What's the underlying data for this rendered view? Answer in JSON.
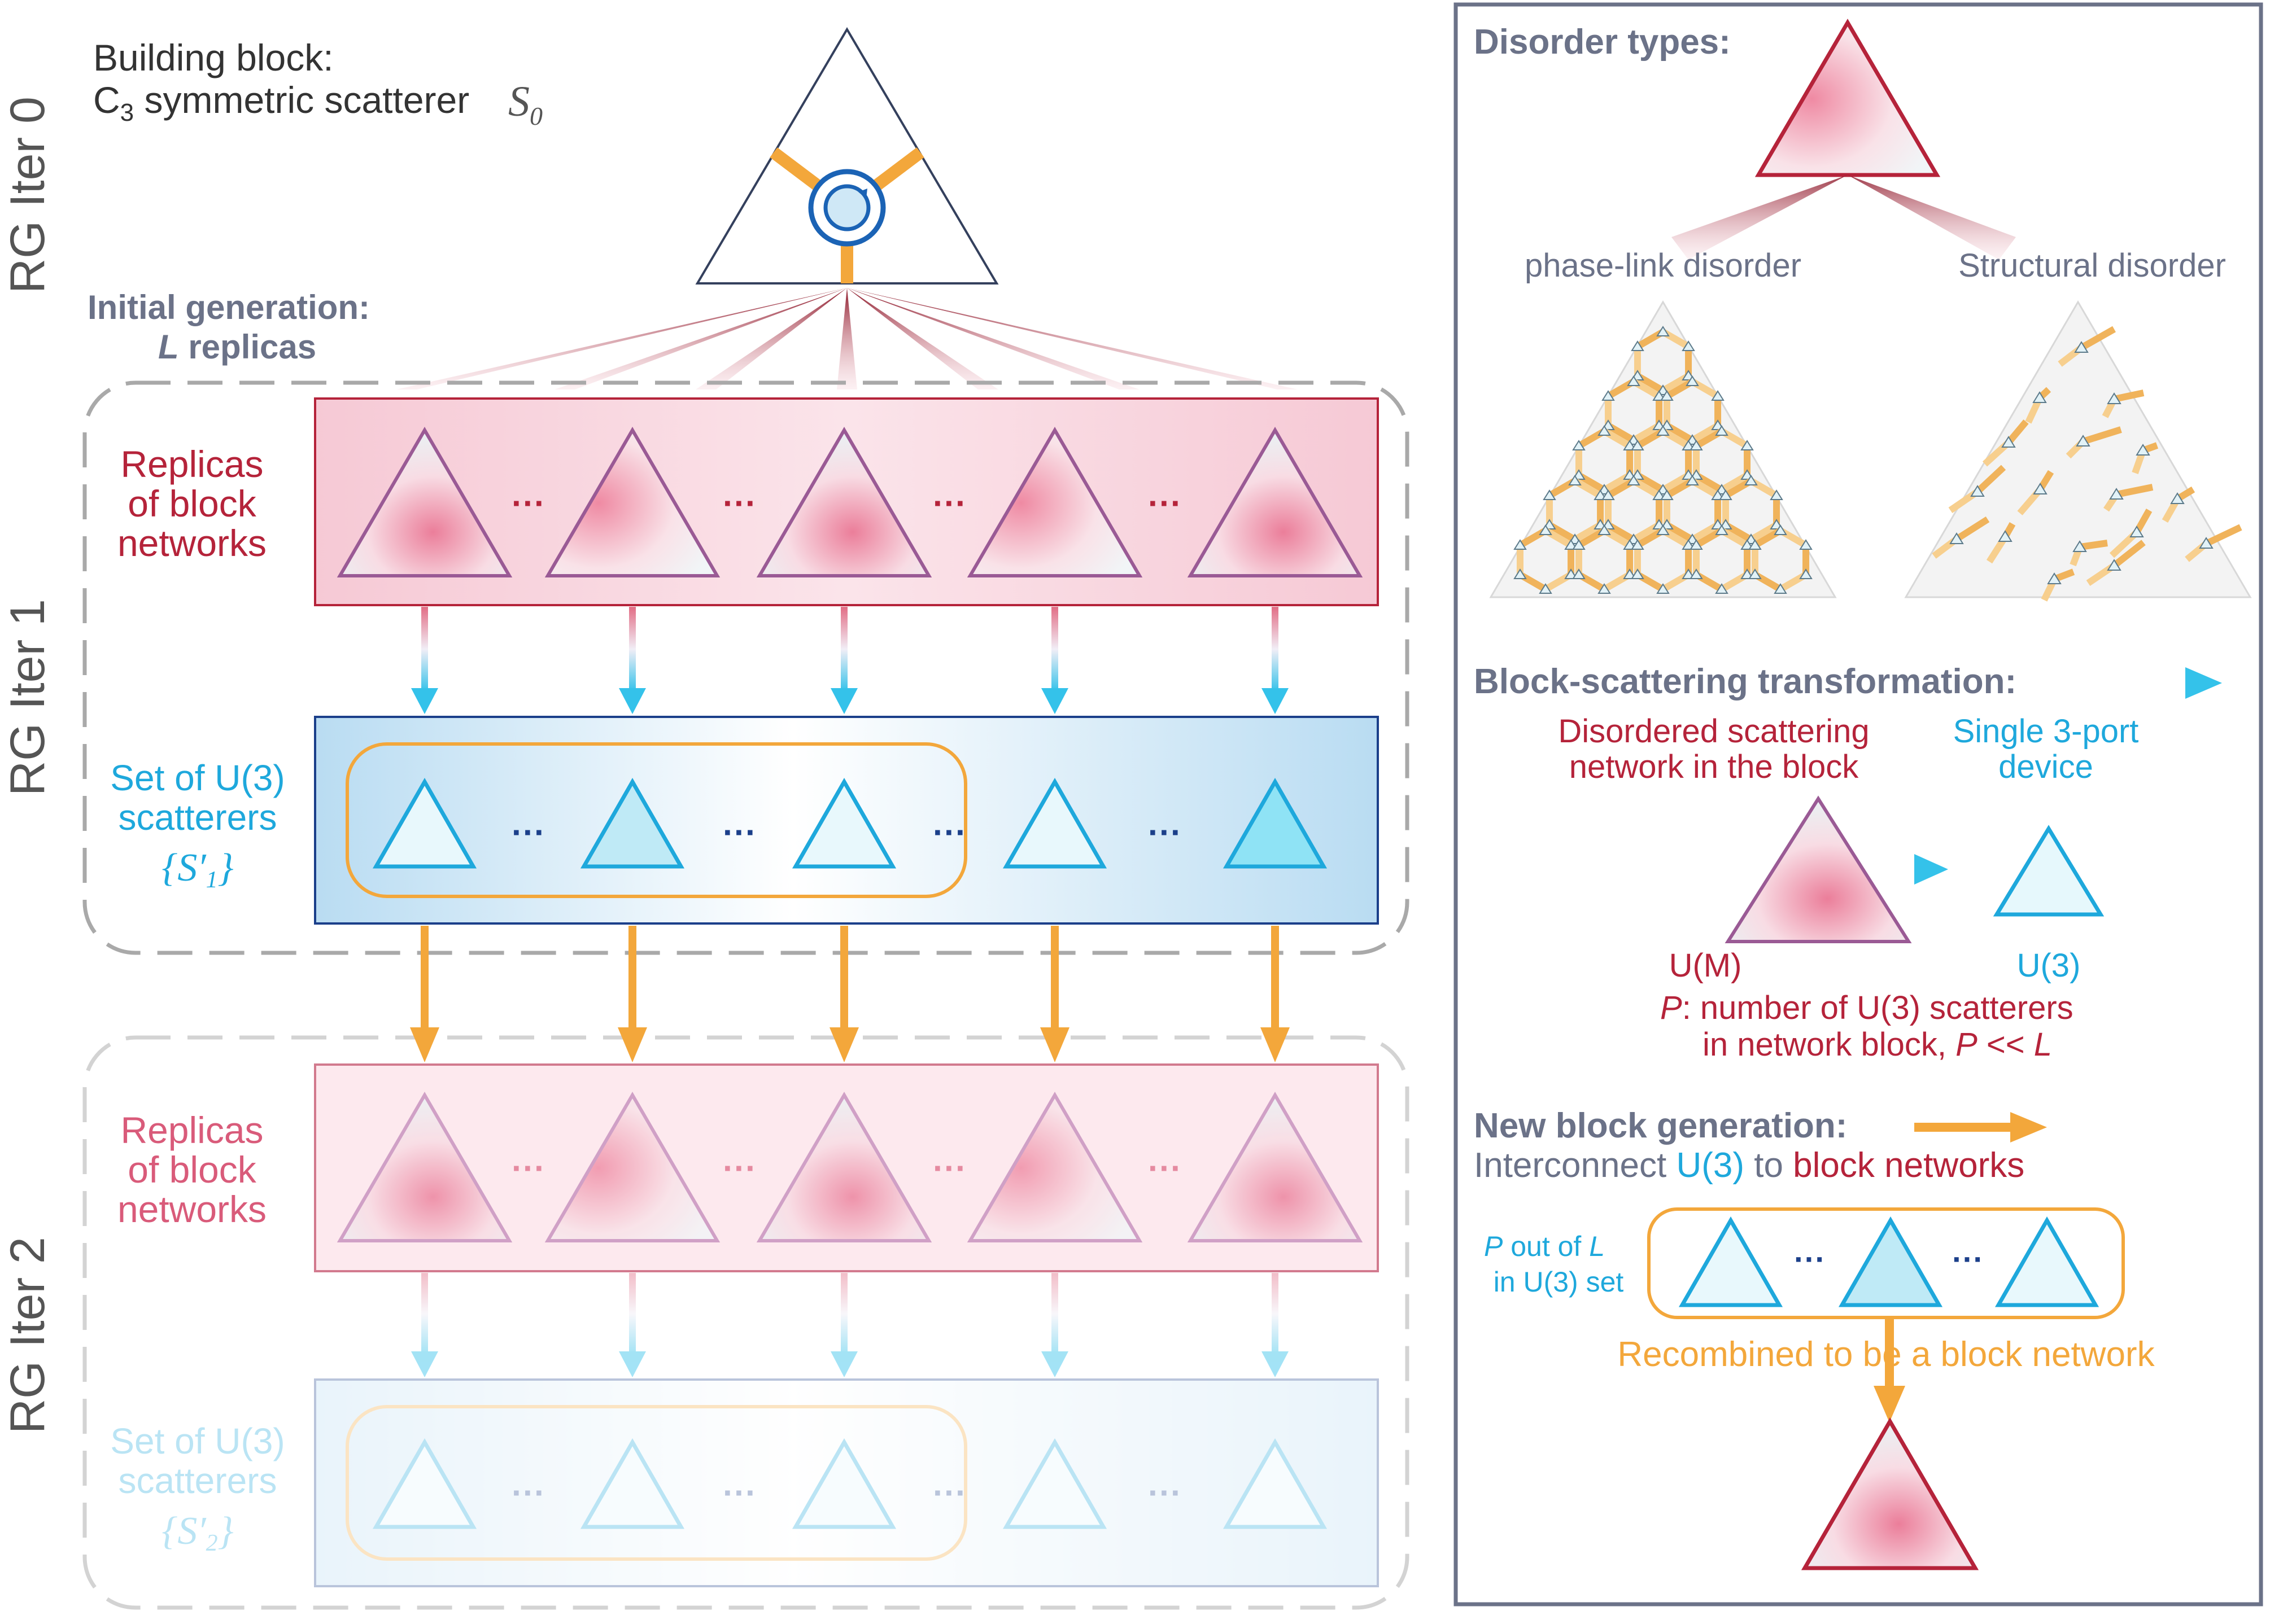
{
  "left": {
    "iter0": "RG Iter 0",
    "iter1": "RG Iter 1",
    "iter2": "RG Iter 2",
    "building_block_line1": "Building block:",
    "building_block_line2_pre": "C",
    "building_block_line2_sub": "3",
    "building_block_line2_post": " symmetric scatterer",
    "s0_symbol": "S",
    "s0_sub": "0",
    "initial_gen_line1": "Initial generation:",
    "initial_gen_line2_italic": "L",
    "initial_gen_line2_rest": " replicas",
    "replicas1": [
      "Replicas",
      "of block",
      "networks"
    ],
    "set1": [
      "Set of U(3)",
      "scatterers"
    ],
    "set1_symbol": "{S′",
    "set1_sub": "1",
    "set1_close": "}",
    "replicas2": [
      "Replicas",
      "of block",
      "networks"
    ],
    "set2": [
      "Set of U(3)",
      "scatterers"
    ],
    "set2_symbol": "{S′",
    "set2_sub": "2",
    "set2_close": "}",
    "ellipsis": "···"
  },
  "right": {
    "disorder_title": "Disorder types:",
    "phase_link": "phase-link disorder",
    "structural": "Structural disorder",
    "bst_title": "Block-scattering transformation:",
    "disordered_line1": "Disordered scattering",
    "disordered_line2": "network in the block",
    "single_line1": "Single 3-port",
    "single_line2": "device",
    "um": "U(M)",
    "u3": "U(3)",
    "p_line1_italic": "P",
    "p_line1_rest": ": number of U(3) scatterers",
    "p_line2_pre": "in network block, ",
    "p_line2_italic": "P",
    "p_line2_mid": " << ",
    "p_line2_italic2": "L",
    "new_block_title": "New block generation:",
    "interconnect_pre": "Interconnect ",
    "interconnect_u3": "U(3)",
    "interconnect_mid": " to ",
    "interconnect_block": "block networks",
    "p_out_italic": "P",
    "p_out_mid": " out of ",
    "p_out_italic2": "L",
    "in_u3_set": "in U(3) set",
    "recombined": "Recombined to be  a block network"
  },
  "colors": {
    "red": "#b5233a",
    "pink_text": "#d95b7a",
    "cyan": "#1ea8dc",
    "orange": "#f3a73b",
    "slate": "#6b7288",
    "purple": "#9a5a95",
    "navy": "#1b3f8a"
  }
}
